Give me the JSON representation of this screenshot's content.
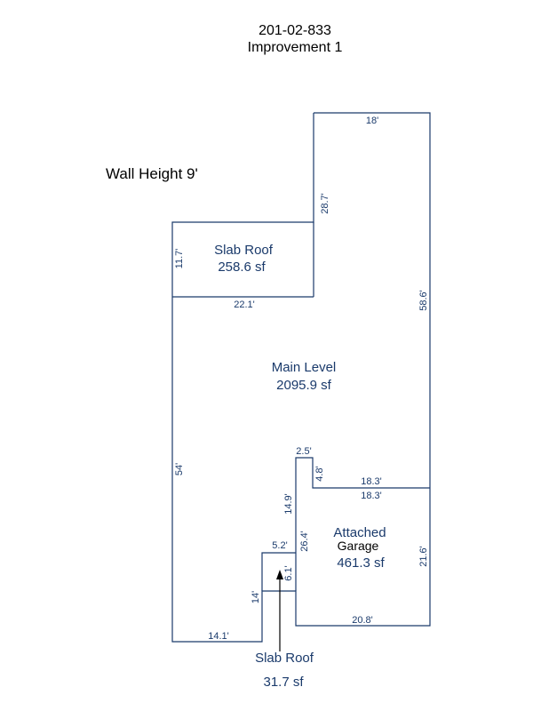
{
  "header": {
    "parcel_id": "201-02-833",
    "improvement": "Improvement 1"
  },
  "wall_height": "Wall Height 9'",
  "colors": {
    "line": "#1a3a6b",
    "label": "#1a3a6b",
    "header": "#000000"
  },
  "areas": {
    "slab_roof_top": {
      "name": "Slab Roof",
      "size": "258.6 sf"
    },
    "main_level": {
      "name": "Main Level",
      "size": "2095.9 sf"
    },
    "garage": {
      "name_line1": "Attached",
      "name_line2": "Garage",
      "size": "461.3 sf"
    },
    "slab_roof_bottom": {
      "name": "Slab Roof",
      "size": "31.7 sf"
    }
  },
  "dimensions": {
    "top_width": "18'",
    "upper_left_wall": "28.7'",
    "right_wall": "58.6'",
    "slab_left": "11.7'",
    "slab_bottom": "22.1'",
    "left_wall": "54'",
    "notch_top": "2.5'",
    "notch_side": "4.8'",
    "garage_top_upper": "18.3'",
    "garage_top_lower": "18.3'",
    "garage_left_upper": "14.9'",
    "garage_left_mid": "26.4'",
    "garage_right": "21.6'",
    "slab2_top": "5.2'",
    "slab2_side": "6.1'",
    "lower_left": "14'",
    "bottom_left": "14.1'",
    "garage_bottom": "20.8'"
  }
}
